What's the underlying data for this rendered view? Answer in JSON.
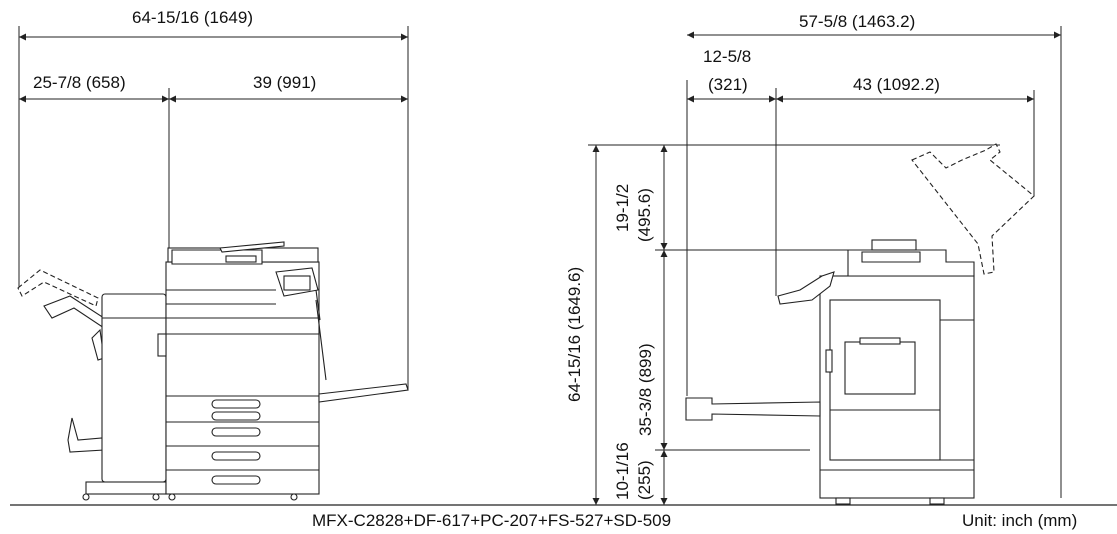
{
  "front_view": {
    "total_width": "64-15/16 (1649)",
    "finisher_width": "25-7/8 (658)",
    "main_width": "39 (991)"
  },
  "side_view": {
    "total_depth": "57-5/8 (1463.2)",
    "front_offset_a": "12-5/8",
    "front_offset_b": "(321)",
    "main_depth": "43 (1092.2)",
    "total_height": "64-15/16 (1649.6)",
    "adf_open_height_a": "19-1/2",
    "adf_open_height_b": "(495.6)",
    "main_height": "35-3/8 (899)",
    "base_height_a": "10-1/16",
    "base_height_b": "(255)"
  },
  "caption": {
    "model": "MFX-C2828+DF-617+PC-207+FS-527+SD-509",
    "unit": "Unit: inch (mm)"
  },
  "colors": {
    "line": "#222222",
    "text": "#111111",
    "background": "#ffffff"
  }
}
